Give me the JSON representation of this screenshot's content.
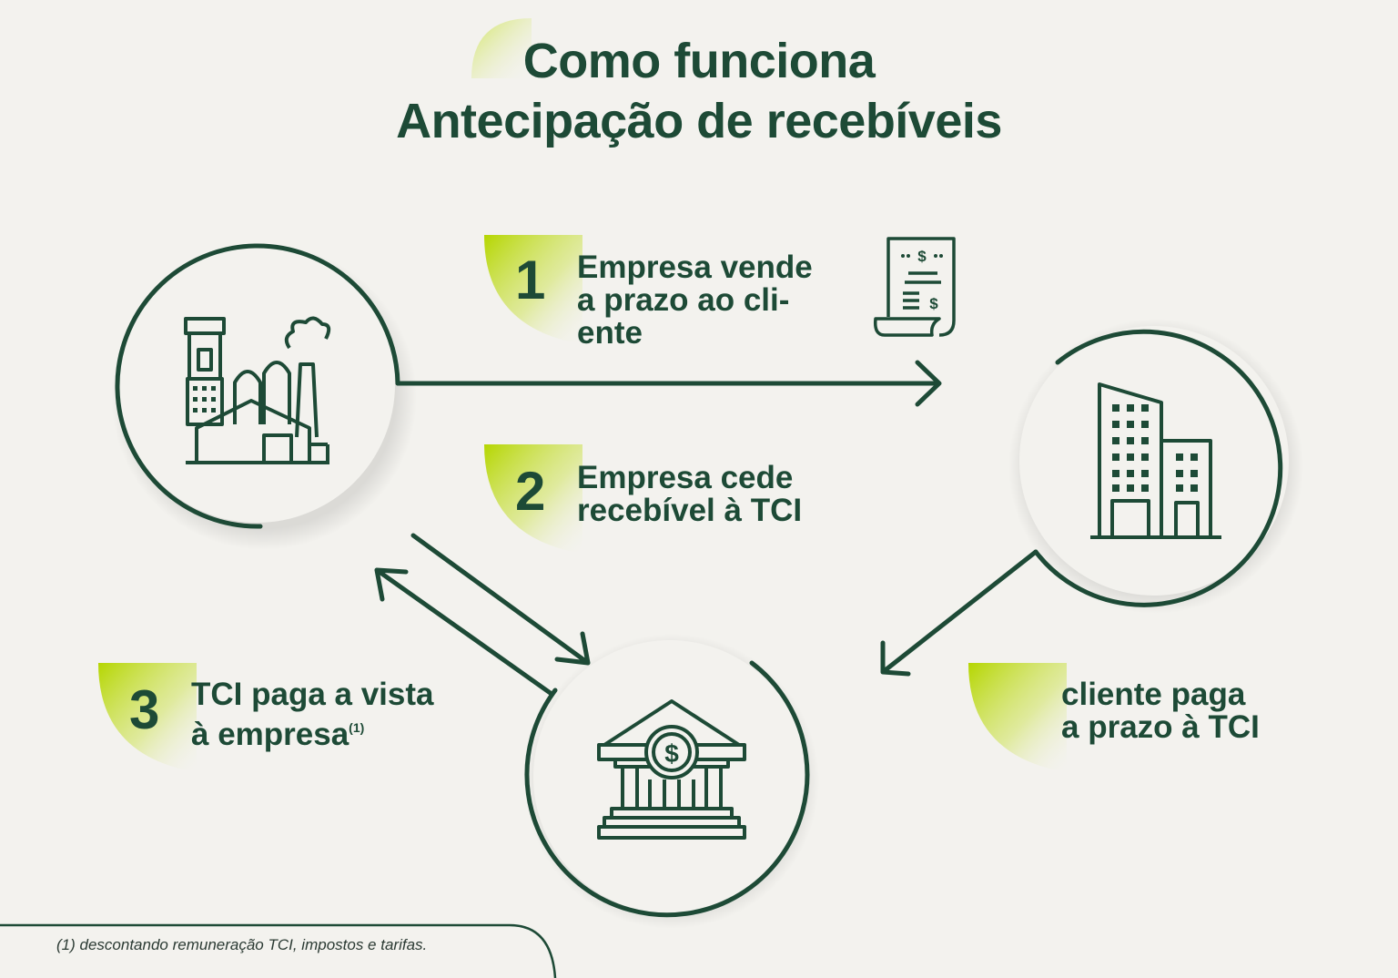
{
  "title": {
    "line1": "Como funciona",
    "line2": "Antecipação de recebíveis"
  },
  "steps": [
    {
      "number": "1",
      "lines": [
        "Empresa vende",
        "a prazo ao cli-",
        "ente"
      ]
    },
    {
      "number": "2",
      "lines": [
        "Empresa cede",
        "recebível à TCI"
      ]
    },
    {
      "number": "3",
      "lines": [
        "TCI paga a vista",
        "à empresa"
      ],
      "superscript": "(1)"
    },
    {
      "number": "",
      "lines": [
        "cliente paga",
        "a prazo à TCI"
      ]
    }
  ],
  "footnote": "(1) descontando remuneração TCI, impostos e tarifas.",
  "nodes": [
    {
      "name": "empresa",
      "icon": "factory-icon"
    },
    {
      "name": "cliente",
      "icon": "office-buildings-icon"
    },
    {
      "name": "tci",
      "icon": "bank-icon"
    }
  ],
  "icons": {
    "invoice": "invoice-icon"
  },
  "colors": {
    "background": "#f3f2ee",
    "primary": "#1d4a36",
    "accent": "#b5d600"
  }
}
